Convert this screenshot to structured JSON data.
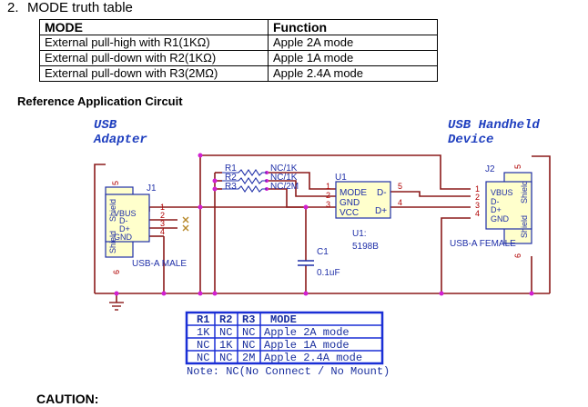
{
  "heading": {
    "number": "2.",
    "title": "MODE truth table"
  },
  "mode_table": {
    "headers": [
      "MODE",
      "Function"
    ],
    "rows": [
      [
        "External pull-high with R1(1KΩ)",
        "Apple 2A mode"
      ],
      [
        "External pull-down with R2(1KΩ)",
        "Apple 1A mode"
      ],
      [
        "External pull-down with R3(2MΩ)",
        "Apple 2.4A mode"
      ]
    ]
  },
  "section_title": "Reference Application Circuit",
  "schematic": {
    "adapter_label": [
      "USB",
      "Adapter"
    ],
    "device_label": [
      "USB Handheld",
      "Device"
    ],
    "j1": {
      "ref": "J1",
      "pins": [
        "VBUS",
        "D-",
        "D+",
        "GND"
      ],
      "shield": "Shield",
      "name": "USB-A MALE",
      "pin_nums": [
        "1",
        "2",
        "3",
        "4"
      ],
      "shell_pins": [
        "5",
        "6"
      ]
    },
    "j2": {
      "ref": "J2",
      "pins": [
        "VBUS",
        "D-",
        "D+",
        "GND"
      ],
      "shield": "Shield",
      "name": "USB-A FEMALE",
      "pin_nums": [
        "1",
        "2",
        "3",
        "4"
      ],
      "shell_pins": [
        "5",
        "6"
      ]
    },
    "u1": {
      "ref": "U1",
      "pins_left": [
        "MODE",
        "GND",
        "VCC"
      ],
      "pins_right": [
        "D-",
        "D+"
      ],
      "left_nums": [
        "1",
        "2",
        "3"
      ],
      "right_nums": [
        "5",
        "4"
      ],
      "part_ref": "U1:",
      "part": "5198B"
    },
    "resistors": [
      {
        "ref": "R1",
        "value": "NC/1K"
      },
      {
        "ref": "R2",
        "value": "NC/1K"
      },
      {
        "ref": "R3",
        "value": "NC/2M"
      }
    ],
    "cap": {
      "ref": "C1",
      "value": "0.1uF"
    },
    "colors": {
      "wire": "#8b1a1a",
      "junction": "#d21fd2",
      "symbol": "#1f2fa8",
      "table": "#1a2fd6"
    }
  },
  "schem_table": {
    "headers": [
      "R1",
      "R2",
      "R3",
      "MODE"
    ],
    "rows": [
      [
        "1K",
        "NC",
        "NC",
        "Apple 2A mode"
      ],
      [
        "NC",
        "1K",
        "NC",
        "Apple 1A mode"
      ],
      [
        "NC",
        "NC",
        "2M",
        "Apple 2.4A mode"
      ]
    ],
    "note": "Note: NC(No Connect / No Mount)"
  },
  "caution": "CAUTION:"
}
